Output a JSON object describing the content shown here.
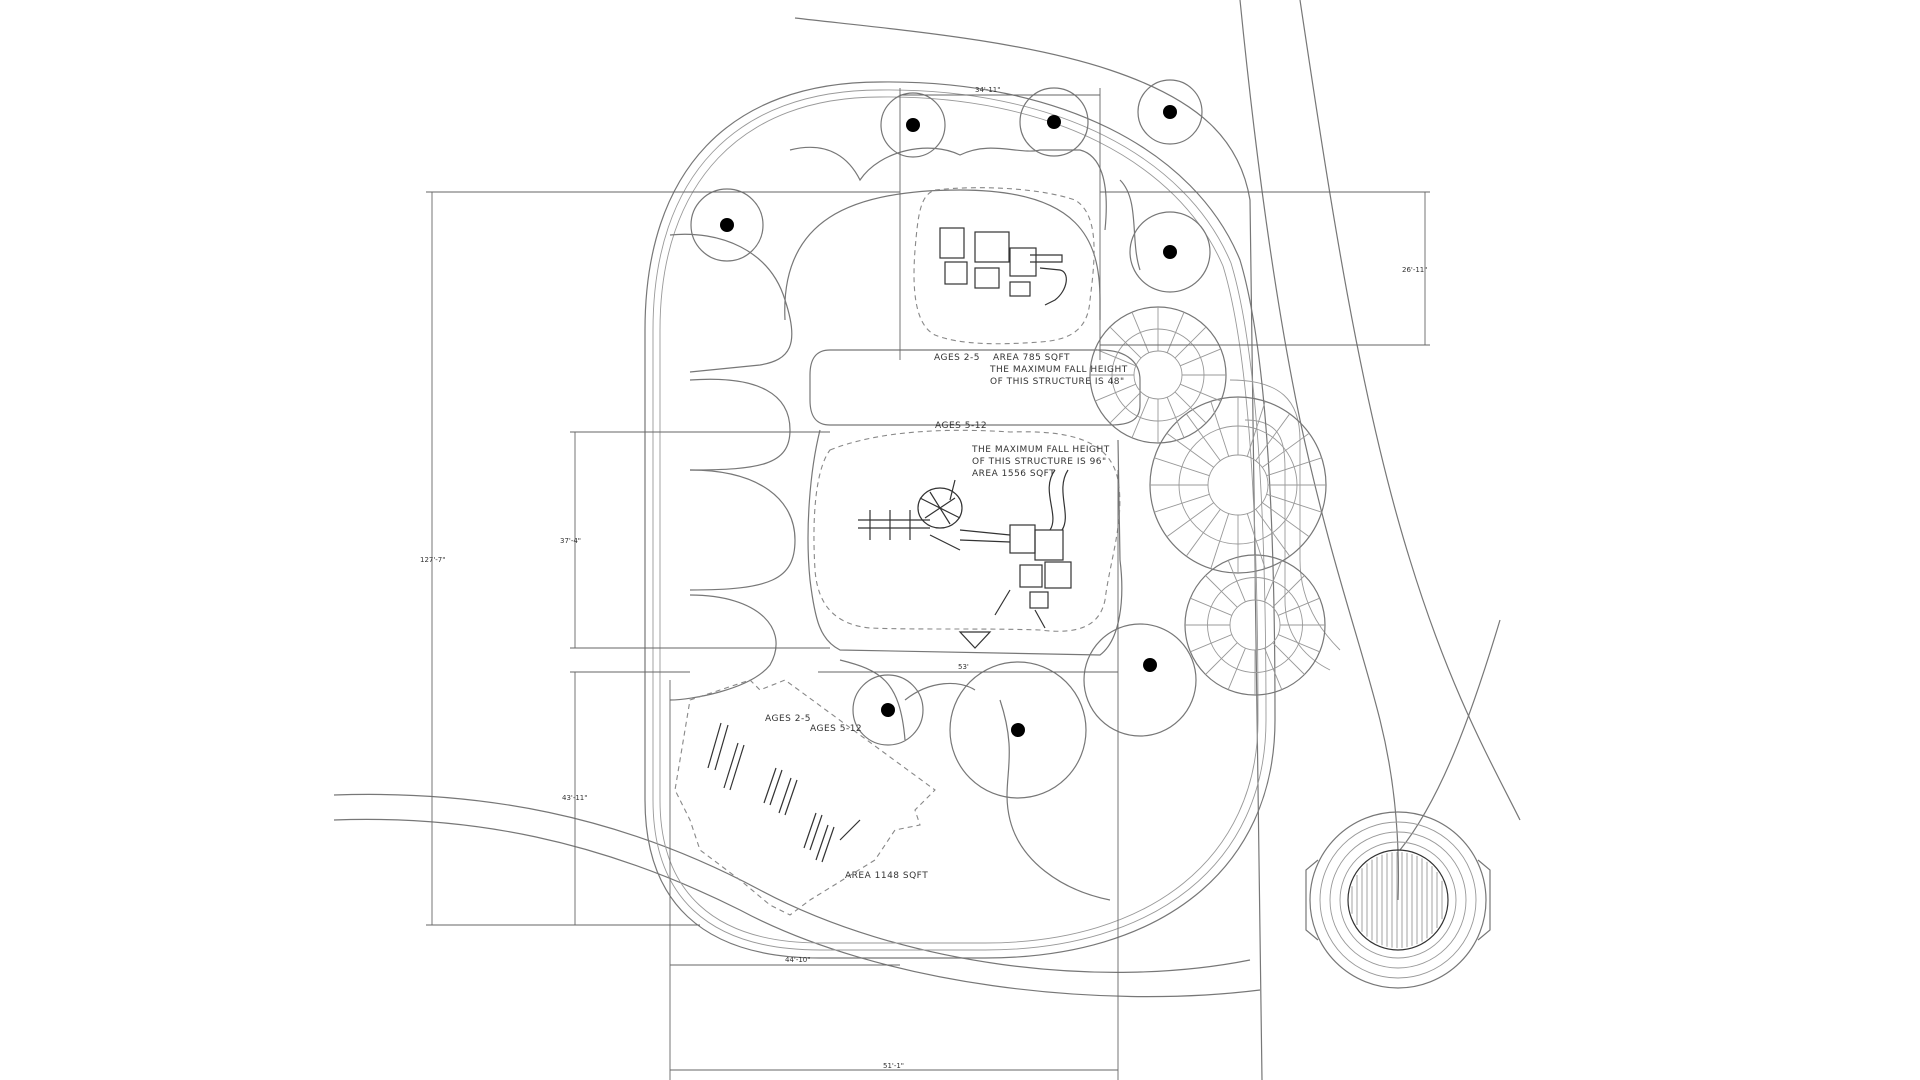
{
  "zones": {
    "upper_age": "AGES 2-5",
    "upper_area": "AREA 785 SQFT",
    "upper_fall_1": "THE MAXIMUM FALL HEIGHT",
    "upper_fall_2": "OF THIS STRUCTURE IS 48\"",
    "middle_age": "AGES 5-12",
    "middle_fall_1": "THE MAXIMUM FALL HEIGHT",
    "middle_fall_2": "OF THIS STRUCTURE IS 96\"",
    "middle_area": "AREA 1556 SQFT",
    "swing_age_a": "AGES 2-5",
    "swing_age_b": "AGES 5-12",
    "swing_area": "AREA 1148 SQFT"
  },
  "dimensions": {
    "top_width": "34'-11\"",
    "upper_height": "26'-11\"",
    "overall_height": "127'-7\"",
    "middle_height": "37'-4\"",
    "middle_width": "53'",
    "swing_height": "43'-11\"",
    "swing_width": "44'-10\"",
    "overall_width": "51'-1\""
  },
  "colors": {
    "line": "#777777",
    "ink": "#333333",
    "tree_dot": "#000000"
  }
}
